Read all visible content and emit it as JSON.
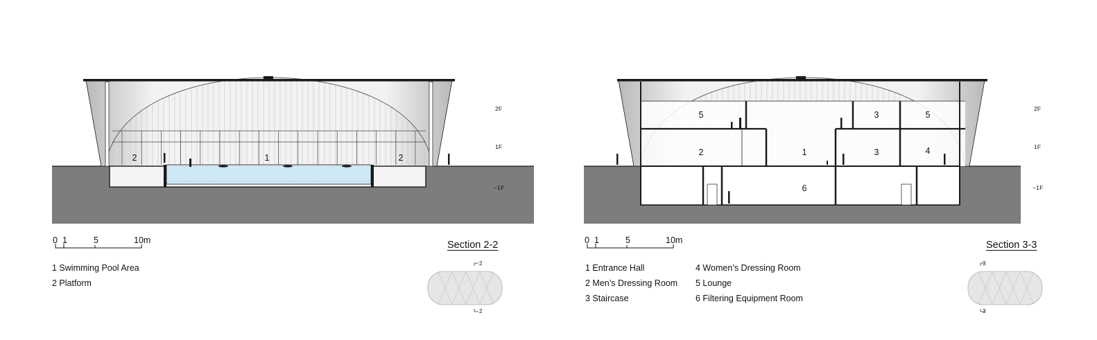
{
  "levels": [
    "2F",
    "1F",
    "−1F"
  ],
  "scale_bar": {
    "ticks": [
      "0",
      "1",
      "5",
      "10m"
    ]
  },
  "section_a": {
    "title": "Section 2-2",
    "key_label": "2",
    "room_numbers": [
      "2",
      "1",
      "2"
    ],
    "legend": [
      "1 Swimming Pool Area",
      "2 Platform"
    ]
  },
  "section_b": {
    "title": "Section 3-3",
    "key_label": "3",
    "room_numbers": [
      "5",
      "3",
      "5",
      "2",
      "1",
      "3",
      "4",
      "6"
    ],
    "legend": [
      "1 Entrance Hall",
      "4 Women’s Dressing Room",
      "2 Men’s Dressing Room",
      "5 Lounge",
      "3 Staircase",
      "6 Filtering Equipment Room"
    ]
  },
  "colors": {
    "ground": "#7d7d7d",
    "pool": "#cfe8f5",
    "line": "#1a1a1a",
    "roof_shade": "#d9d9d9",
    "key_fill": "#e6e6e6"
  }
}
